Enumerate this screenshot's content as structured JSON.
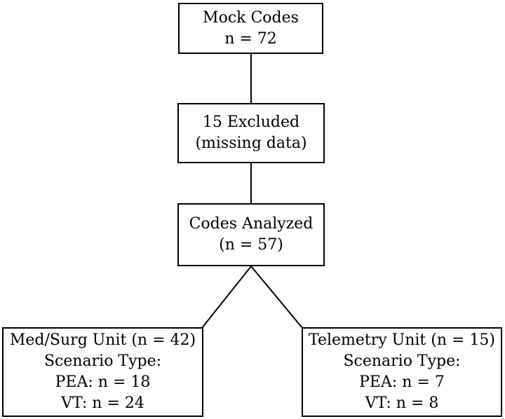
{
  "nodes": {
    "mock_codes": {
      "line1": "Mock Codes",
      "line2": "n = 72"
    },
    "excluded": {
      "line1": "15 Excluded",
      "line2": "(missing data)"
    },
    "analyzed": {
      "line1": "Codes Analyzed",
      "line2": "(n = 57)"
    },
    "medsurg": {
      "line1": "Med/Surg Unit (n = 42)",
      "line2": "Scenario Type:",
      "line3": "PEA: n = 18",
      "line4": "VT: n = 24"
    },
    "telemetry": {
      "line1": "Telemetry Unit (n = 15)",
      "line2": "Scenario Type:",
      "line3": "PEA: n = 7",
      "line4": "VT: n = 8"
    }
  },
  "colors": {
    "line": "#000000",
    "box_fill": "#ffffff",
    "text": "#000000"
  }
}
